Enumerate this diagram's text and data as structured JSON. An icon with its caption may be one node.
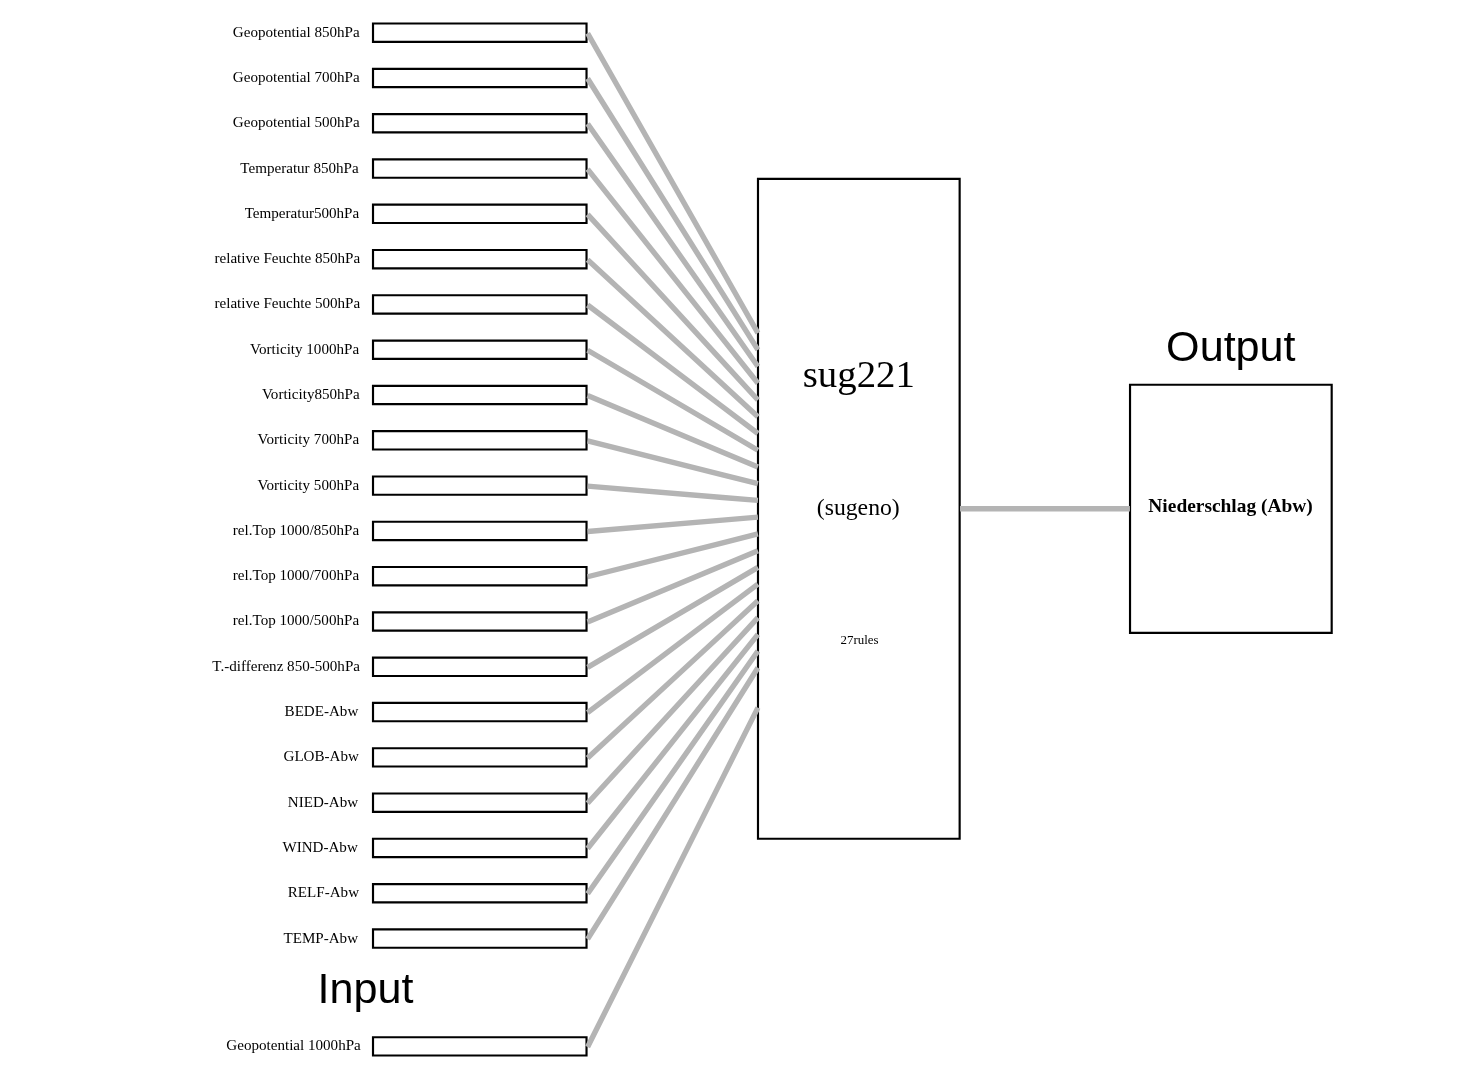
{
  "diagram": {
    "nodes": [
      {
        "text": [
          "Geopotential 1000hPa"
        ]
      },
      {
        "text": [
          "Geopotential 850hPa"
        ]
      },
      {
        "text": [
          "Geopotential 700hPa"
        ]
      },
      {
        "text": [
          "Geopotential 500hPa"
        ]
      },
      {
        "text": [
          "Temperatur 850hPa"
        ]
      },
      {
        "text": [
          "Temperatur500hPa"
        ]
      },
      {
        "text": [
          "relative Feuchte 850hPa"
        ]
      },
      {
        "text": [
          "relative Feuchte 500hPa"
        ]
      },
      {
        "text": [
          "Vorticity 1000hPa"
        ]
      },
      {
        "text": [
          "Vorticity850hPa"
        ]
      },
      {
        "text": [
          "Vorticity 700hPa"
        ]
      },
      {
        "text": [
          "Vorticity 500hPa"
        ]
      },
      {
        "text": [
          "rel.Top 1000/850hPa"
        ]
      },
      {
        "text": [
          "rel.Top 1000/700hPa"
        ]
      },
      {
        "text": [
          "rel.Top 1000/500hPa"
        ]
      },
      {
        "text": [
          "T.-differenz 850-500hPa"
        ]
      },
      {
        "text": [
          "BEDE-Abw"
        ]
      },
      {
        "text": [
          "GLOB-Abw"
        ]
      },
      {
        "text": [
          "NIED-Abw"
        ]
      },
      {
        "text": [
          "WIND-Abw"
        ]
      },
      {
        "text": [
          "RELF-Abw"
        ]
      },
      {
        "text": [
          "TEMP-Abw"
        ]
      },
      {
        "text": [
          "sug221",
          "(sugeno)",
          "27rules"
        ]
      },
      {
        "text": [
          "Niederschlag (Abw)"
        ]
      }
    ],
    "edges": [
      {
        "from": 0,
        "to": 22,
        "arrow": "none"
      },
      {
        "from": 1,
        "to": 22,
        "arrow": "none"
      },
      {
        "from": 2,
        "to": 22,
        "arrow": "none"
      },
      {
        "from": 3,
        "to": 22,
        "arrow": "none"
      },
      {
        "from": 4,
        "to": 22,
        "arrow": "none"
      },
      {
        "from": 5,
        "to": 22,
        "arrow": "none"
      },
      {
        "from": 6,
        "to": 22,
        "arrow": "none"
      },
      {
        "from": 7,
        "to": 22,
        "arrow": "none"
      },
      {
        "from": 8,
        "to": 22,
        "arrow": "none"
      },
      {
        "from": 9,
        "to": 22,
        "arrow": "none"
      },
      {
        "from": 10,
        "to": 22,
        "arrow": "none"
      },
      {
        "from": 11,
        "to": 22,
        "arrow": "none"
      },
      {
        "from": 12,
        "to": 22,
        "arrow": "none"
      },
      {
        "from": 13,
        "to": 22,
        "arrow": "none"
      },
      {
        "from": 14,
        "to": 22,
        "arrow": "none"
      },
      {
        "from": 15,
        "to": 22,
        "arrow": "none"
      },
      {
        "from": 16,
        "to": 22,
        "arrow": "none"
      },
      {
        "from": 17,
        "to": 22,
        "arrow": "none"
      },
      {
        "from": 18,
        "to": 22,
        "arrow": "none"
      },
      {
        "from": 19,
        "to": 22,
        "arrow": "none"
      },
      {
        "from": 20,
        "to": 22,
        "arrow": "none"
      },
      {
        "from": 21,
        "to": 22,
        "arrow": "none"
      },
      {
        "from": 22,
        "to": 23,
        "arrow": "none"
      }
    ],
    "labels": [
      "Input",
      "Output"
    ]
  }
}
